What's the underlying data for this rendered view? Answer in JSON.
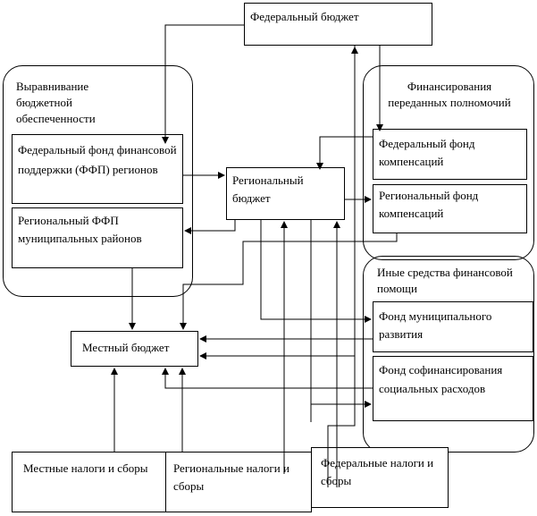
{
  "groups": {
    "equalization": "Выравнивание бюджетной обеспеченности",
    "delegated": "Финансирования переданных полномочий",
    "other": "Иные средства финансовой помощи"
  },
  "nodes": {
    "federal_budget": "Федеральный бюджет",
    "federal_ffp": "Федеральный фонд финансовой поддержки (ФФП) регионов",
    "regional_ffp": "Региональный ФФП муниципальных районов",
    "regional_budget": "Региональный бюджет",
    "federal_compensation": "Федеральный фонд компенсаций",
    "regional_compensation": "Региональный фонд компенсаций",
    "municipal_dev": "Фонд муниципального развития",
    "cofinancing": "Фонд софинансирования социальных расходов",
    "local_budget": "Местный бюджет",
    "local_taxes": "Местные налоги и сборы",
    "regional_taxes": "Региональные налоги и сборы",
    "federal_taxes": "Федеральные налоги и сборы"
  }
}
